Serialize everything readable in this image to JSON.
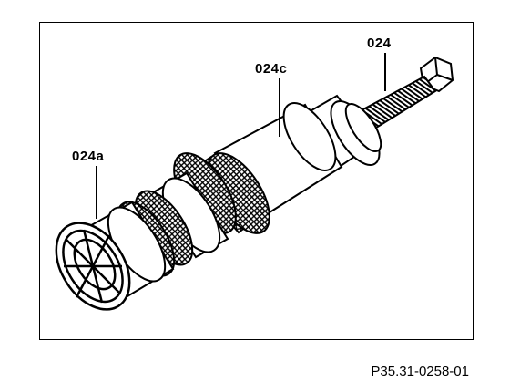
{
  "callouts": {
    "part_024": "024",
    "part_024c": "024c",
    "part_024a": "024a"
  },
  "figure_ref": "P35.31-0258-01",
  "colors": {
    "line": "#000000",
    "background": "#ffffff"
  }
}
